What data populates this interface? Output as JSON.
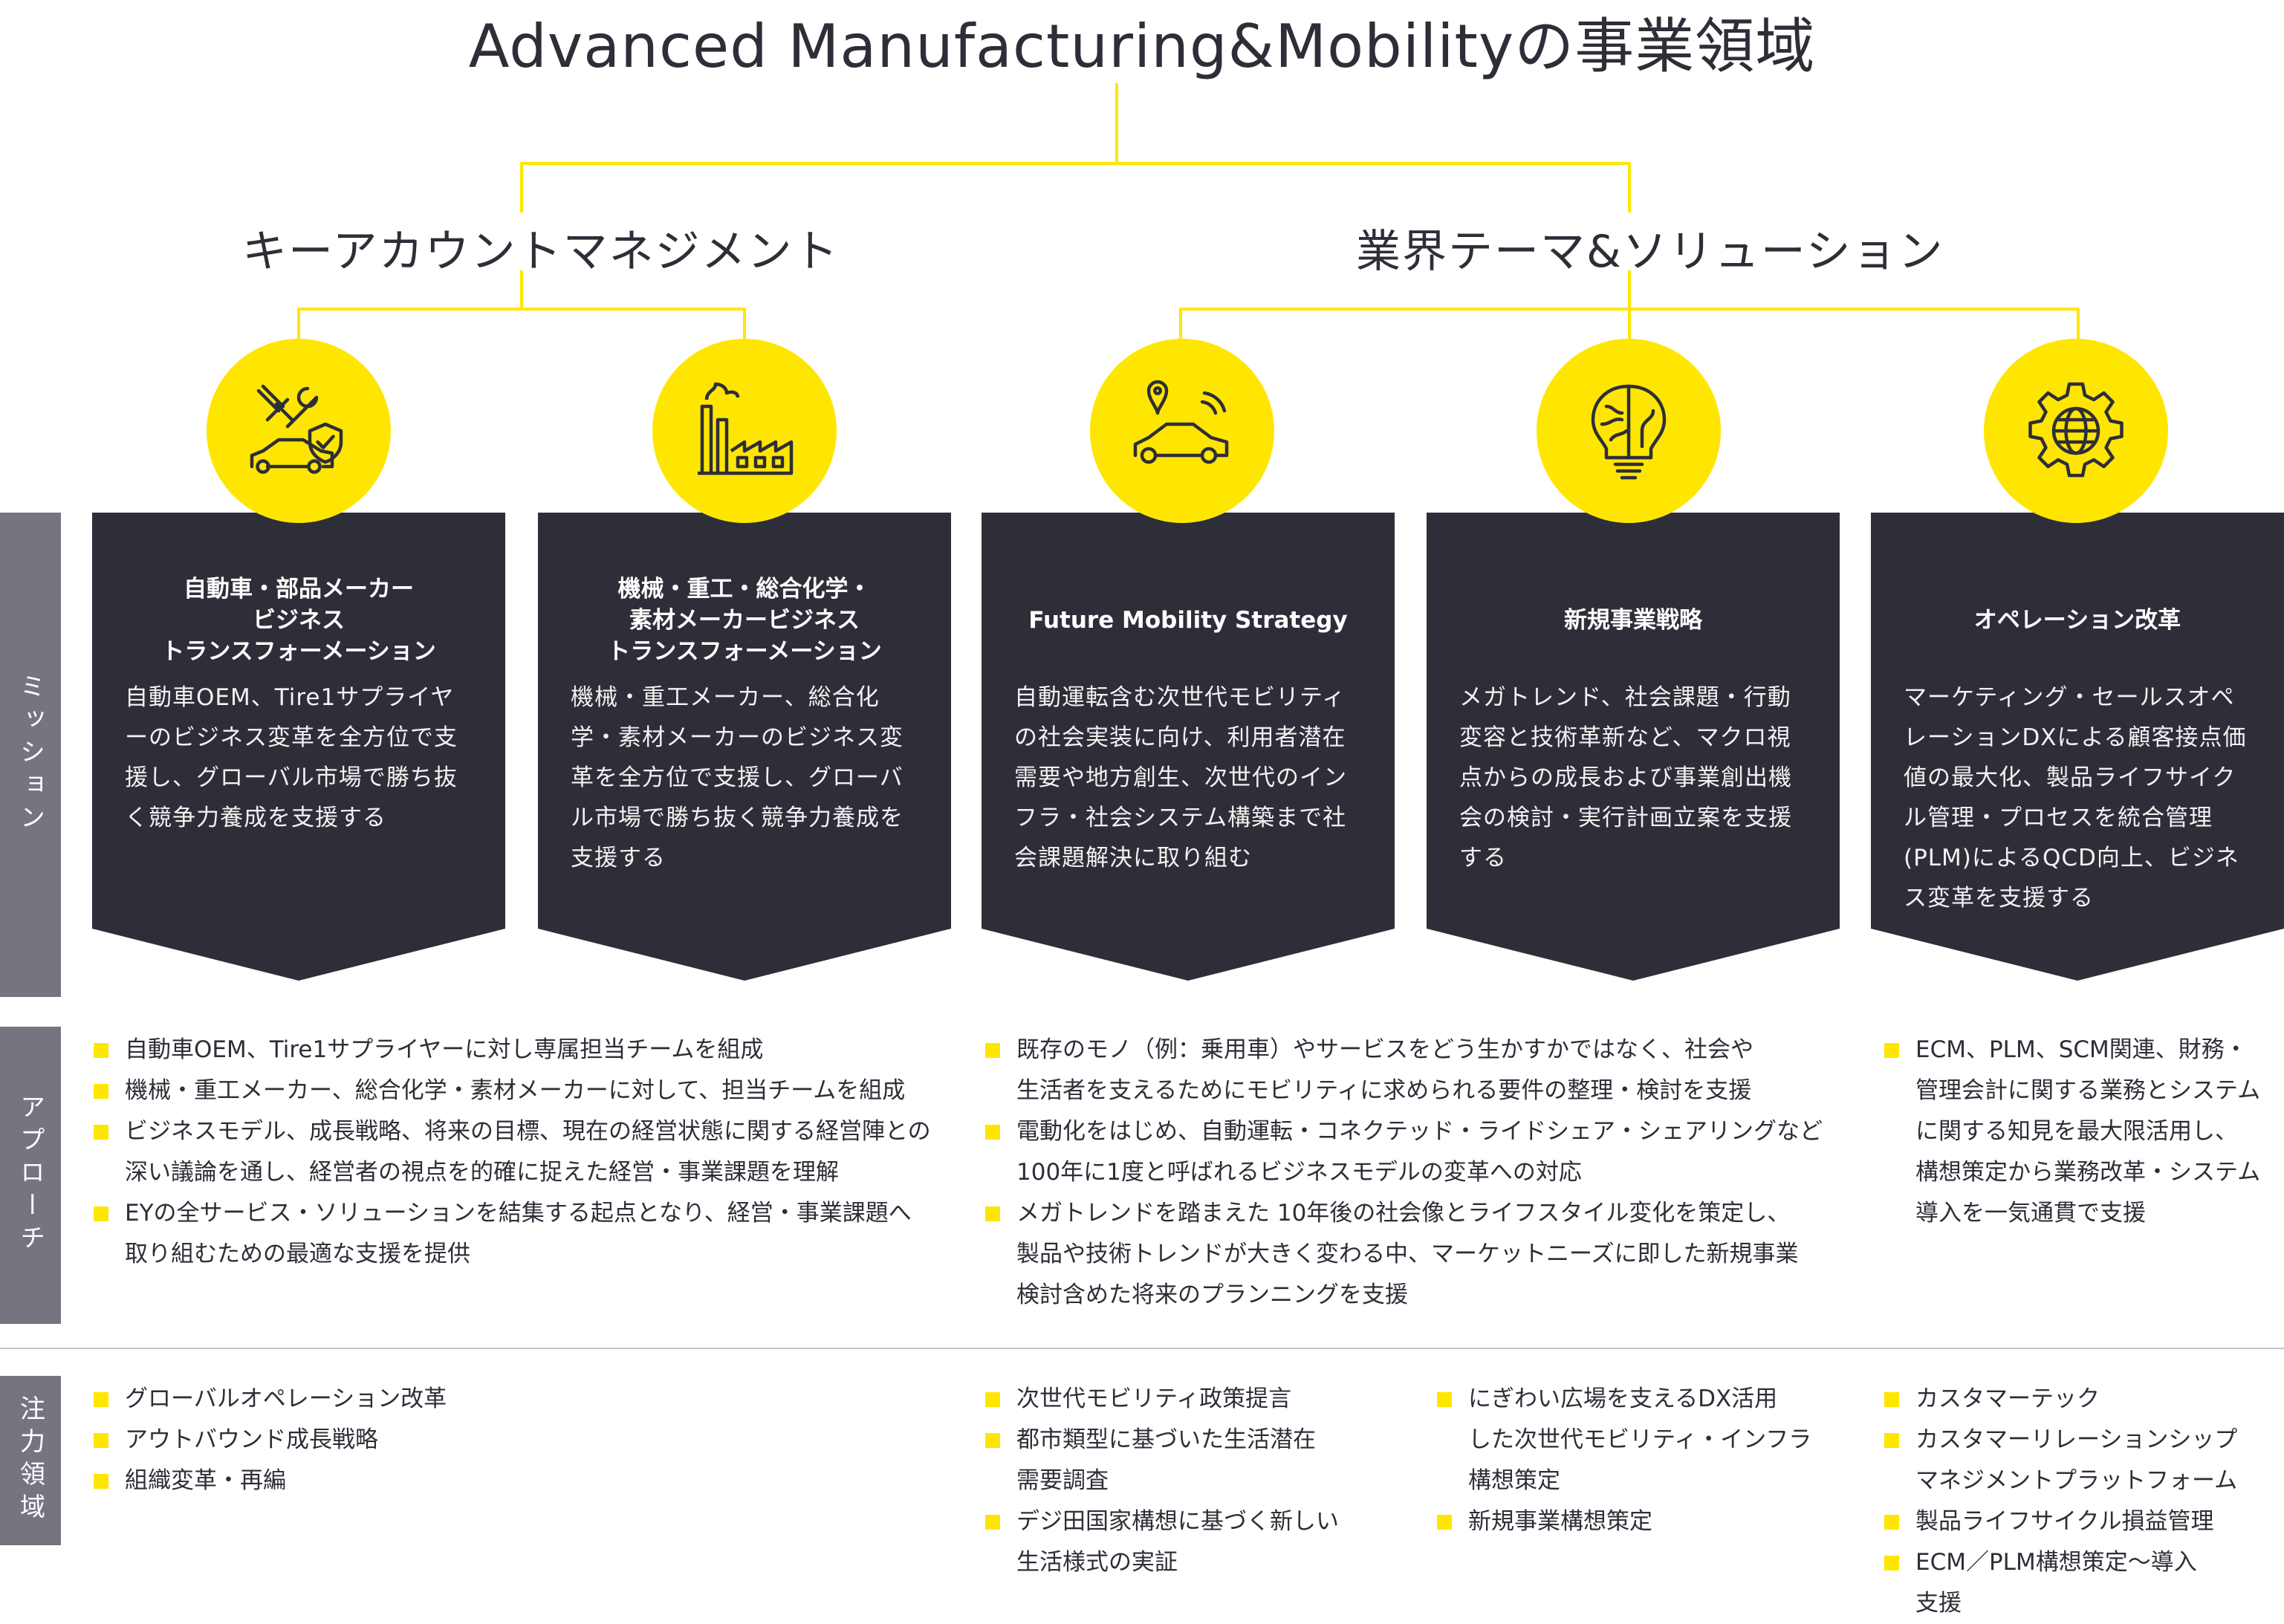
{
  "title": "Advanced Manufacturing&Mobilityの事業領域",
  "groups": {
    "kam": "キーアカウントマネジメント",
    "theme": "業界テーマ&ソリューション"
  },
  "side_labels": {
    "mission": "ミッション",
    "approach": "アプローチ",
    "focus": "注力領域"
  },
  "icons": [
    "tools-car-shield-icon",
    "factory-icon",
    "connected-car-icon",
    "brain-bulb-icon",
    "gear-globe-icon"
  ],
  "cards": [
    {
      "title": "自動車・部品メーカー\nビジネス\nトランスフォーメーション",
      "desc": "自動車OEM、Tire1サプライヤーのビジネス変革を全方位で支援し、グローバル市場で勝ち抜く競争力養成を支援する"
    },
    {
      "title": "機械・重工・総合化学・\n素材メーカービジネス\nトランスフォーメーション",
      "desc": "機械・重工メーカー、総合化学・素材メーカーのビジネス変革を全方位で支援し、グローバル市場で勝ち抜く競争力養成を支援する"
    },
    {
      "title": "Future Mobility  Strategy",
      "desc": "自動運転含む次世代モビリティの社会実装に向け、利用者潜在需要や地方創生、次世代のインフラ・社会システム構築まで社会課題解決に取り組む"
    },
    {
      "title": "新規事業戦略",
      "desc": "メガトレンド、社会課題・行動変容と技術革新など、マクロ視点からの成長および事業創出機会の検討・実行計画立案を支援する"
    },
    {
      "title": "オペレーション改革",
      "desc": "マーケティング・セールスオペレーションDXによる顧客接点価値の最大化、製品ライフサイクル管理・プロセスを統合管理(PLM)によるQCD向上、ビジネス変革を支援する"
    }
  ],
  "approach": {
    "col1": [
      "自動車OEM、Tire1サプライヤーに対し専属担当チームを組成",
      "機械・重工メーカー、総合化学・素材メーカーに対して、担当チームを組成",
      "ビジネスモデル、成長戦略、将来の目標、現在の経営状態に関する経営陣との\n深い議論を通し、経営者の視点を的確に捉えた経営・事業課題を理解",
      "EYの全サービス・ソリューションを結集する起点となり、経営・事業課題へ\n取り組むための最適な支援を提供"
    ],
    "col2": [
      "既存のモノ（例：乗用車）やサービスをどう生かすかではなく、社会や\n生活者を支えるためにモビリティに求められる要件の整理・検討を支援",
      "電動化をはじめ、自動運転・コネクテッド・ライドシェア・シェアリングなど\n100年に1度と呼ばれるビジネスモデルの変革への対応",
      "メガトレンドを踏まえた 10年後の社会像とライフスタイル変化を策定し、\n製品や技術トレンドが大きく変わる中、マーケットニーズに即した新規事業\n検討含めた将来のプランニングを支援"
    ],
    "col3": [
      "ECM、PLM、SCM関連、財務・\n管理会計に関する業務とシステム\nに関する知見を最大限活用し、\n構想策定から業務改革・システム\n導入を一気通貫で支援"
    ]
  },
  "focus": {
    "col1": [
      "グローバルオペレーション改革",
      "アウトバウンド成長戦略",
      "組織変革・再編"
    ],
    "col2": [
      "次世代モビリティ政策提言",
      "都市類型に基づいた生活潜在\n需要調査",
      "デジ田国家構想に基づく新しい\n生活様式の実証"
    ],
    "col3": [
      "にぎわい広場を支えるDX活用\nした次世代モビリティ・インフラ\n構想策定",
      "新規事業構想策定"
    ],
    "col4": [
      "カスタマーテック",
      "カスタマーリレーションシップ\nマネジメントプラットフォーム",
      "製品ライフサイクル損益管理",
      "ECM／PLM構想策定～導入\n支援"
    ]
  },
  "colors": {
    "accent": "#ffe600",
    "dark": "#2e2e38",
    "side": "#757580"
  }
}
